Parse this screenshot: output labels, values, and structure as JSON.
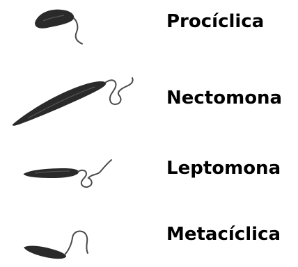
{
  "figure": {
    "stages": [
      {
        "id": "prociclica",
        "label": "Procíclica",
        "icon": "procyclic-promastigote-drawing"
      },
      {
        "id": "nectomona",
        "label": "Nectomona",
        "icon": "nectomonad-promastigote-drawing"
      },
      {
        "id": "leptomona",
        "label": "Leptomona",
        "icon": "leptomonad-promastigote-drawing"
      },
      {
        "id": "metaciclica",
        "label": "Metacíclica",
        "icon": "metacyclic-promastigote-drawing"
      }
    ],
    "colors": {
      "cell_body": "#2a2a2a",
      "flagellum": "#4a4a4a",
      "label_text": "#000000",
      "background": "#ffffff"
    }
  }
}
